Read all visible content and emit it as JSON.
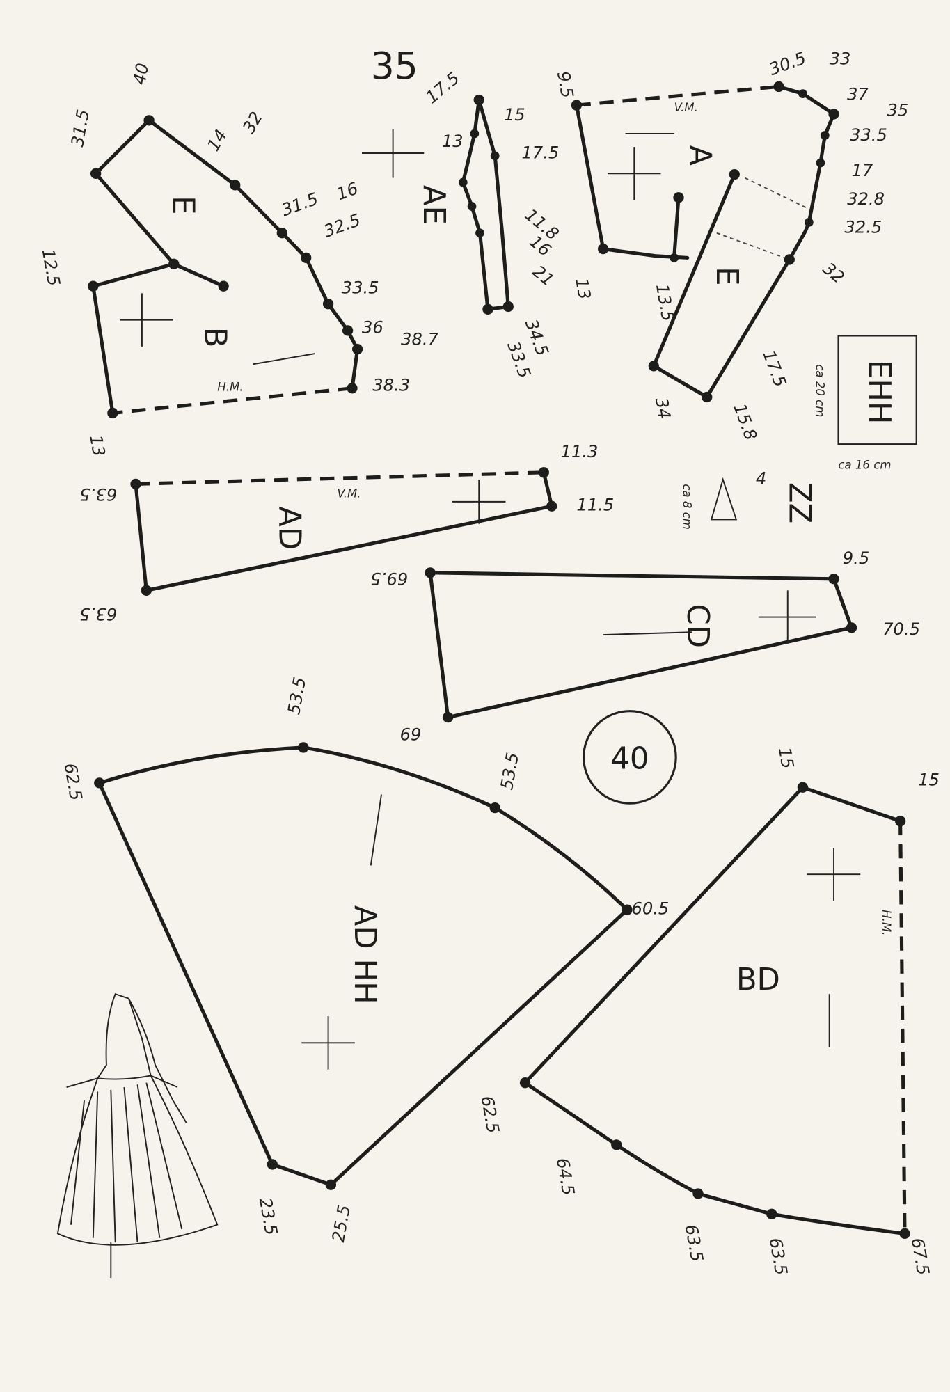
{
  "page_number": "35",
  "pattern_number": "40",
  "pieces": {
    "E_top": {
      "label": "E",
      "measures": [
        "40",
        "31.5",
        "14",
        "32",
        "31.5",
        "16",
        "32.5"
      ]
    },
    "B": {
      "label": "B",
      "line_label": "H.M.",
      "measures": [
        "33.5",
        "36",
        "38.7",
        "38.3",
        "12.5",
        "13"
      ]
    },
    "AE": {
      "label": "AE",
      "measures": [
        "17.5",
        "15",
        "13",
        "17.5",
        "11.8",
        "16",
        "21",
        "34.5",
        "33.5"
      ]
    },
    "A": {
      "label": "A",
      "line_label": "V.M.",
      "measures": [
        "9.5",
        "30.5",
        "33",
        "37",
        "35",
        "33.5",
        "17",
        "32.8",
        "32.5",
        "32",
        "13",
        "13.5"
      ]
    },
    "E_right": {
      "label": "E",
      "measures": [
        "17.5",
        "34",
        "15.8",
        "4"
      ]
    },
    "EHH": {
      "label": "EHH",
      "height_note": "ca 20 cm",
      "width_note": "ca 16 cm"
    },
    "ZZ": {
      "label": "ZZ",
      "note": "ca 8 cm"
    },
    "AD": {
      "label": "AD",
      "line_label": "V.M.",
      "measures": [
        "63.5",
        "63.5",
        "11.3",
        "11.5"
      ]
    },
    "CD": {
      "label": "CD",
      "measures": [
        "69.5",
        "9.5",
        "70.5",
        "69"
      ]
    },
    "AD_HH": {
      "label": "AD HH",
      "measures": [
        "62.5",
        "53.5",
        "53.5",
        "60.5",
        "23.5",
        "25.5"
      ]
    },
    "BD": {
      "label": "BD",
      "line_label": "H.M.",
      "measures": [
        "15",
        "15",
        "62.5",
        "64.5",
        "63.5",
        "63.5",
        "67.5"
      ]
    }
  }
}
